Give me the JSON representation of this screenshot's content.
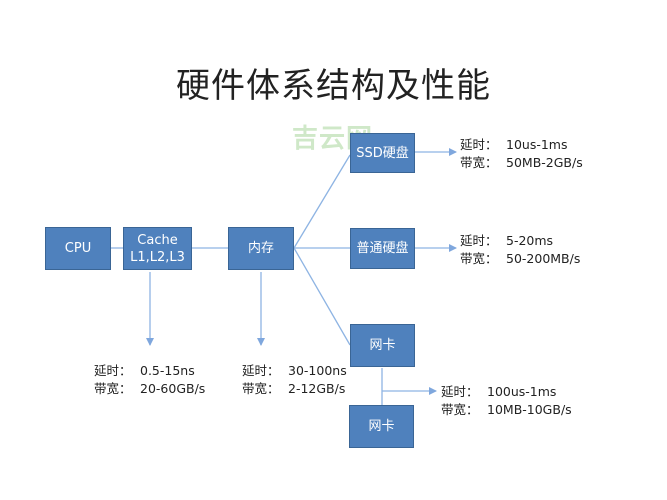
{
  "title": "硬件体系结构及性能",
  "watermark": "吉云网",
  "nodes": {
    "cpu": "CPU",
    "cache_line1": "Cache",
    "cache_line2": "L1,L2,L3",
    "memory": "内存",
    "ssd": "SSD硬盘",
    "hdd": "普通硬盘",
    "nic1": "网卡",
    "nic2": "网卡"
  },
  "notes": {
    "cache": {
      "latency_label": "延时：",
      "latency": "0.5-15ns",
      "bandwidth_label": "带宽：",
      "bandwidth": "20-60GB/s"
    },
    "memory": {
      "latency_label": "延时：",
      "latency": "30-100ns",
      "bandwidth_label": "带宽：",
      "bandwidth": "2-12GB/s"
    },
    "ssd": {
      "latency_label": "延时：",
      "latency": "10us-1ms",
      "bandwidth_label": "带宽：",
      "bandwidth": "50MB-2GB/s"
    },
    "hdd": {
      "latency_label": "延时：",
      "latency": "5-20ms",
      "bandwidth_label": "带宽：",
      "bandwidth": "50-200MB/s"
    },
    "network": {
      "latency_label": "延时：",
      "latency": "100us-1ms",
      "bandwidth_label": "带宽：",
      "bandwidth": "10MB-10GB/s"
    }
  },
  "colors": {
    "box": "#4f81bd",
    "line": "#8eb4e3"
  }
}
